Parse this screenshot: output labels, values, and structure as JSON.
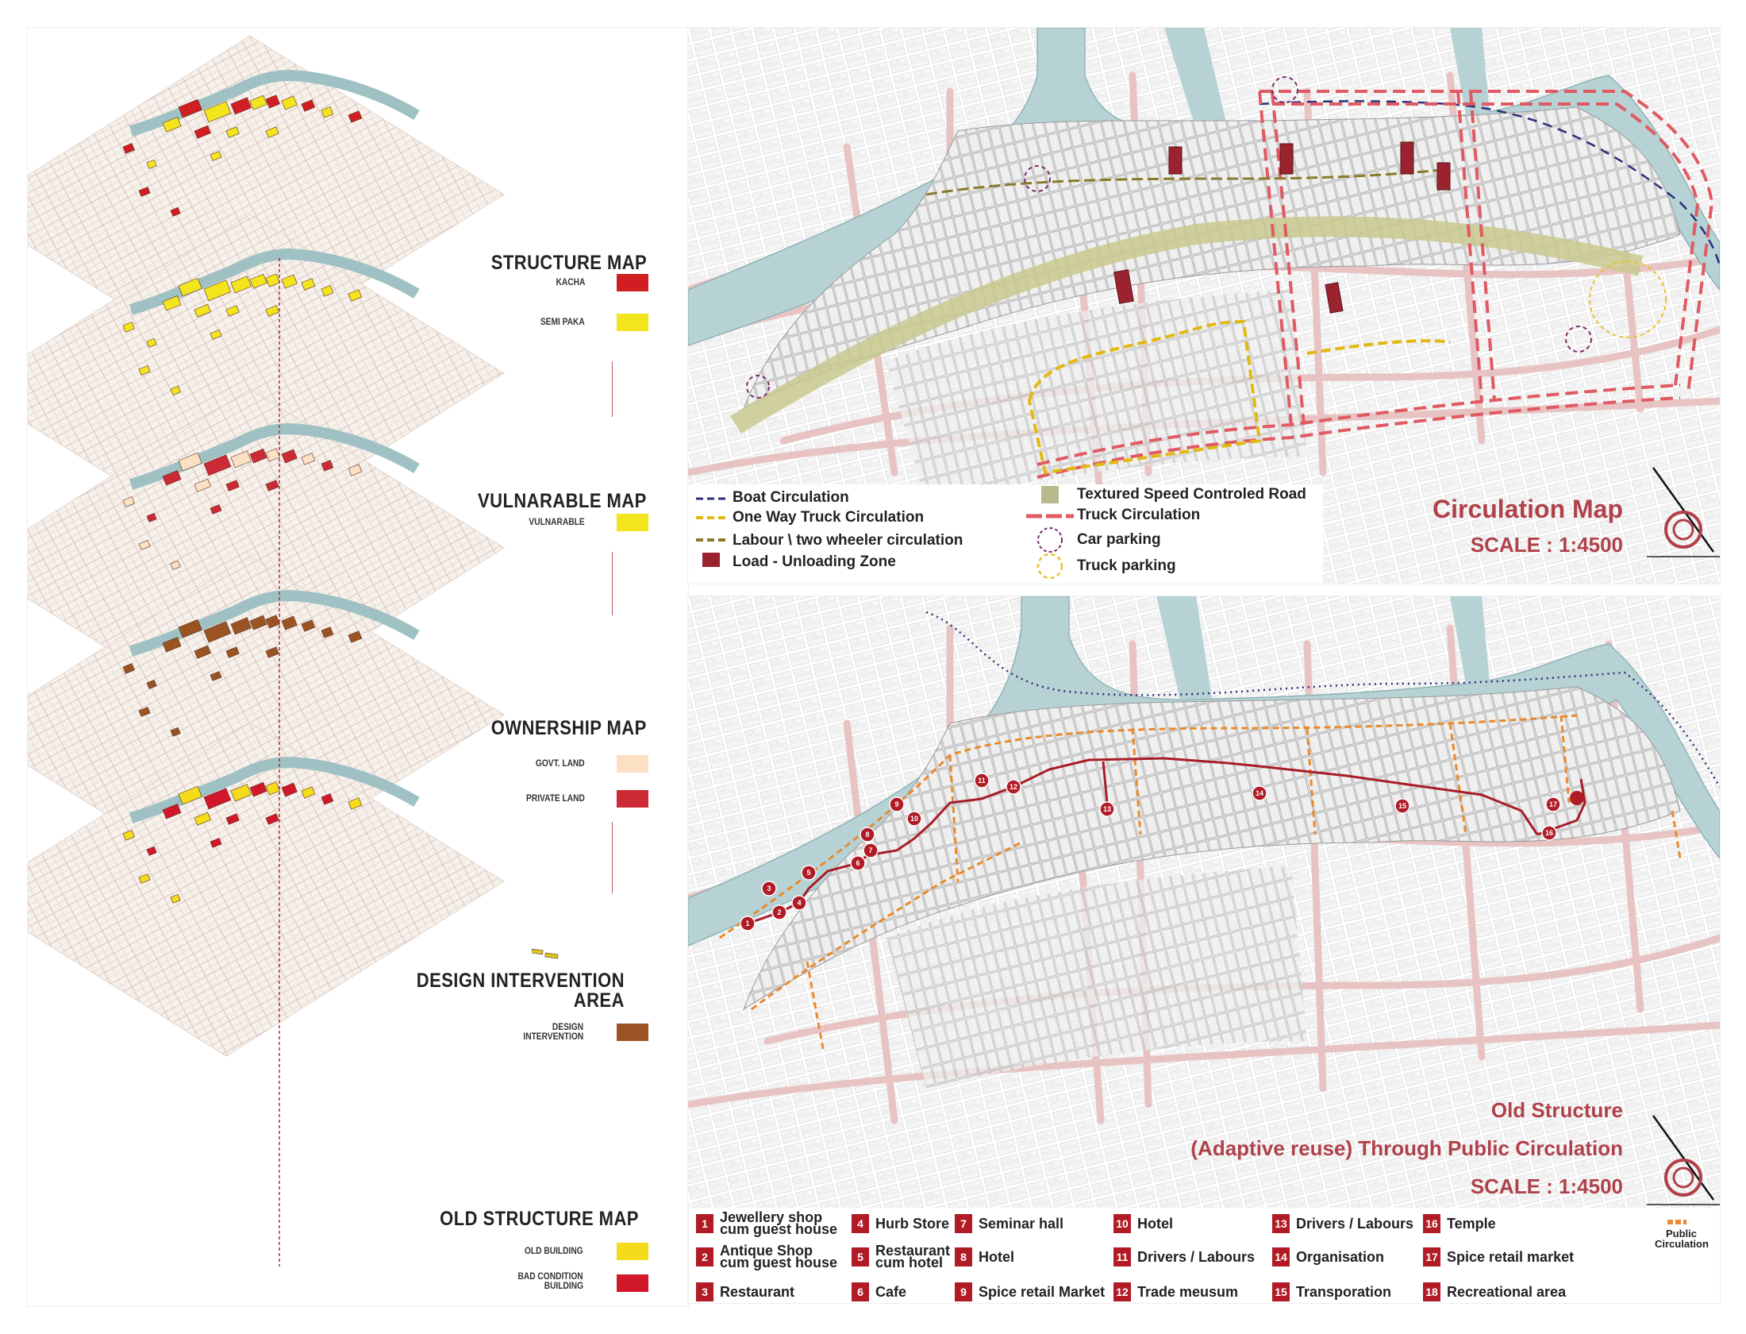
{
  "layers": [
    {
      "title": "STRUCTURE MAP",
      "items": [
        {
          "label": "KACHA",
          "color": "#d01e22"
        },
        {
          "label": "SEMI PAKA",
          "color": "#f2e51e"
        }
      ]
    },
    {
      "title": "VULNARABLE MAP",
      "items": [
        {
          "label": "VULNARABLE",
          "color": "#f2e51e"
        }
      ]
    },
    {
      "title": "OWNERSHIP MAP",
      "items": [
        {
          "label": "GOVT. LAND",
          "color": "#fbe0c4"
        },
        {
          "label": "PRIVATE LAND",
          "color": "#cc2a35"
        }
      ]
    },
    {
      "title": "DESIGN INTERVENTION AREA",
      "title_line1": "DESIGN INTERVENTION",
      "title_line2": "AREA",
      "items": [
        {
          "label": "DESIGN INTERVENTION",
          "label_line1": "DESIGN",
          "label_line2": "INTERVENTION",
          "color": "#9a5424"
        }
      ]
    },
    {
      "title": "OLD STRUCTURE MAP",
      "items": [
        {
          "label": "OLD BUILDING",
          "color": "#f5dc1a"
        },
        {
          "label": "BAD CONDITION BUILDING",
          "label_line1": "BAD CONDITION",
          "label_line2": "BUILDING",
          "color": "#d0182a"
        }
      ]
    }
  ],
  "circulation_map": {
    "title": "Circulation Map",
    "scale": "SCALE : 1:4500",
    "legend_left": [
      {
        "label": "Boat Circulation",
        "icon": "dashed-line-navy",
        "color": "#2b2f7a"
      },
      {
        "label": "One Way Truck Circulation",
        "icon": "dashed-line-yellow",
        "color": "#e2b812"
      },
      {
        "label": "Labour \\ two wheeler circulation",
        "icon": "dashed-line-olive",
        "color": "#8a7a2a"
      },
      {
        "label": "Load - Unloading Zone",
        "icon": "maroon-square",
        "color": "#9b2330"
      }
    ],
    "legend_right": [
      {
        "label": "Textured Speed Controled Road",
        "icon": "olive-square",
        "color": "#b9b88a"
      },
      {
        "label": "Truck Circulation",
        "icon": "dashed-line-red",
        "color": "#e05a63"
      },
      {
        "label": "Car parking",
        "icon": "dashed-circle-purple",
        "color": "#7a2d6a"
      },
      {
        "label": "Truck parking",
        "icon": "dashed-circle-yellow",
        "color": "#e8c22a"
      }
    ]
  },
  "public_map": {
    "title_line1": "Old Structure",
    "title_line2": "(Adaptive reuse) Through Public Circulation",
    "scale": "SCALE : 1:4500",
    "public_circulation_label": "Public Circulation",
    "public_circulation_line1": "Public",
    "public_circulation_line2": "Circulation",
    "accent": "#b01b26",
    "places": [
      {
        "n": "1",
        "label": "Jewellery shop cum guest house",
        "l1": "Jewellery shop",
        "l2": "cum guest house"
      },
      {
        "n": "2",
        "label": "Antique Shop cum guest house",
        "l1": "Antique Shop",
        "l2": "cum guest house"
      },
      {
        "n": "3",
        "label": "Restaurant"
      },
      {
        "n": "4",
        "label": "Hurb Store"
      },
      {
        "n": "5",
        "label": "Restaurant cum hotel",
        "l1": "Restaurant",
        "l2": "cum hotel"
      },
      {
        "n": "6",
        "label": "Cafe"
      },
      {
        "n": "7",
        "label": "Seminar hall"
      },
      {
        "n": "8",
        "label": "Hotel"
      },
      {
        "n": "9",
        "label": "Spice retail Market"
      },
      {
        "n": "10",
        "label": "Hotel"
      },
      {
        "n": "11",
        "label": "Drivers / Labours"
      },
      {
        "n": "12",
        "label": "Trade meusum"
      },
      {
        "n": "13",
        "label": "Drivers / Labours"
      },
      {
        "n": "14",
        "label": "Organisation"
      },
      {
        "n": "15",
        "label": "Transporation"
      },
      {
        "n": "16",
        "label": "Temple"
      },
      {
        "n": "17",
        "label": "Spice retail market"
      },
      {
        "n": "18",
        "label": "Recreational area"
      }
    ]
  }
}
